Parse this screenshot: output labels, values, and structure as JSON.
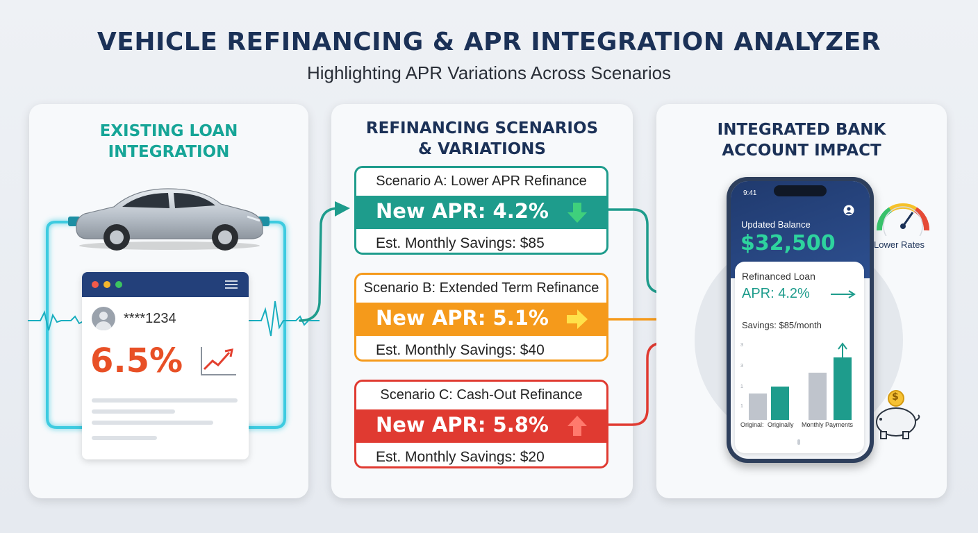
{
  "header": {
    "title": "VEHICLE REFINANCING & APR INTEGRATION ANALYZER",
    "subtitle": "Highlighting APR Variations Across Scenarios"
  },
  "existing_loan": {
    "panel_title_line1": "EXISTING LOAN",
    "panel_title_line2": "INTEGRATION",
    "account_masked": "****1234",
    "current_apr": "6.5%",
    "icons": [
      "car-icon",
      "avatar-icon",
      "menu-icon",
      "trend-up-chart-icon",
      "heartbeat-line-icon"
    ]
  },
  "scenarios": {
    "panel_title_line1": "REFINANCING SCENARIOS",
    "panel_title_line2": "& VARIATIONS",
    "items": [
      {
        "label": "Scenario A: Lower APR Refinance",
        "apr": "New APR: 4.2%",
        "savings": "Est. Monthly Savings: $85",
        "color": "#1e9c8c",
        "trend": "down"
      },
      {
        "label": "Scenario B: Extended Term Refinance",
        "apr": "New APR: 5.1%",
        "savings": "Est. Monthly Savings: $40",
        "color": "#f59a1b",
        "trend": "flat"
      },
      {
        "label": "Scenario C: Cash-Out Refinance",
        "apr": "New APR: 5.8%",
        "savings": "Est. Monthly Savings: $20",
        "color": "#e03a31",
        "trend": "up"
      }
    ]
  },
  "bank_impact": {
    "panel_title_line1": "INTEGRATED BANK",
    "panel_title_line2": "ACCOUNT IMPACT",
    "phone": {
      "time": "9:41",
      "balance_label": "Updated Balance",
      "balance_value": "$32,500",
      "loan_label": "Refinanced Loan",
      "loan_apr": "APR: 4.2%",
      "loan_savings": "Savings: $85/month",
      "chart_labels": [
        "Original:",
        "Originally",
        "Monthly Payments"
      ]
    },
    "gauge_label": "Lower Rates",
    "piggy_coin": "$"
  },
  "colors": {
    "navy": "#1b3157",
    "teal": "#1e9c8c",
    "orange": "#f59a1b",
    "red": "#e03a31",
    "cyan_glow": "#29c3d9"
  }
}
